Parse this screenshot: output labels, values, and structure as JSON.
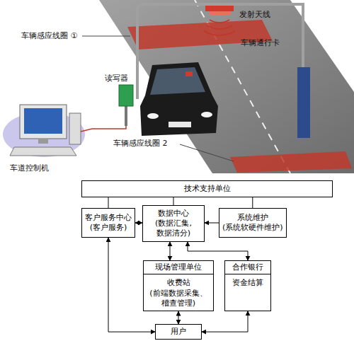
{
  "diagram": {
    "nodes": [
      {
        "text": [
          "技术支持单位"
        ]
      },
      {
        "text": [
          "客户服务中心",
          "(客户服务)"
        ]
      },
      {
        "text": [
          "数据中心",
          "(数据汇集, 数据清分)"
        ]
      },
      {
        "text": [
          "系统维护",
          "(系统软硬件维护)"
        ]
      },
      {
        "text": [
          "现场管理单位",
          "收费站",
          "(前端数据采集、稽查管理)"
        ]
      },
      {
        "text": [
          "合作银行",
          "资金结算"
        ]
      },
      {
        "text": [
          "用户"
        ]
      }
    ],
    "edges": [
      {
        "from": 0,
        "to": 1,
        "arrow": "none"
      },
      {
        "from": 0,
        "to": 2,
        "arrow": "none"
      },
      {
        "from": 0,
        "to": 3,
        "arrow": "none"
      },
      {
        "from": 1,
        "to": 2,
        "arrow": "both"
      },
      {
        "from": 3,
        "to": 2,
        "arrow": "to"
      },
      {
        "from": 2,
        "to": 4,
        "arrow": "both"
      },
      {
        "from": 2,
        "to": 5,
        "arrow": "both"
      },
      {
        "from": 6,
        "to": 1,
        "arrow": "both"
      },
      {
        "from": 6,
        "to": 4,
        "arrow": "both"
      },
      {
        "from": 6,
        "to": 5,
        "arrow": "both"
      }
    ],
    "labels": [
      "发射天线",
      "车辆感应线圈 ①",
      "车辆通行卡",
      "读写器",
      "车辆感应线圈 2",
      "车道控制机"
    ]
  }
}
